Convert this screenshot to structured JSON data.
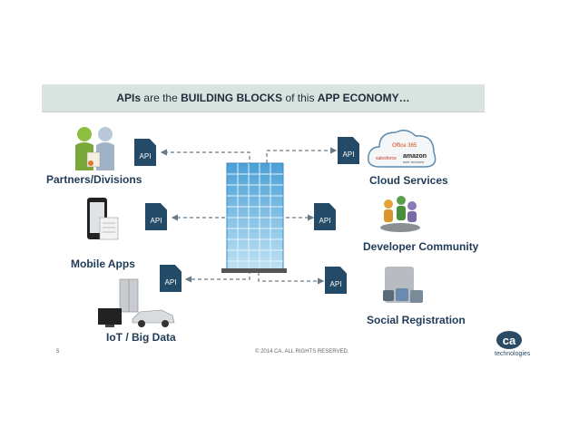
{
  "banner": {
    "part1": "APIs",
    "part2": " are the ",
    "part3": "BUILDING BLOCKS",
    "part4": " of this ",
    "part5": "APP ECONOMY…"
  },
  "labels": {
    "partners": "Partners/Divisions",
    "mobile": "Mobile Apps",
    "iot": "IoT / Big Data",
    "cloud": "Cloud Services",
    "developer": "Developer Community",
    "social": "Social Registration"
  },
  "api_badge": "API",
  "cloud_logos": {
    "office": "Office 365",
    "salesforce": "salesforce",
    "amazon": "amazon",
    "amazon_sub": "web services"
  },
  "footer": {
    "page_number": "5",
    "copyright": "© 2014 CA. ALL RIGHTS RESERVED."
  },
  "logo": {
    "mark": "ca",
    "text": "technologies"
  },
  "colors": {
    "banner_bg": "#d9e3e0",
    "api_badge": "#234a66",
    "label_text": "#1f3b57",
    "building": "#8fc6e6"
  },
  "icons": {
    "partners": "people-icon",
    "mobile": "smartphone-icon",
    "iot": "devices-icon",
    "cloud": "cloud-icon",
    "developer": "community-icon",
    "social": "social-media-icon",
    "center": "building-icon"
  }
}
